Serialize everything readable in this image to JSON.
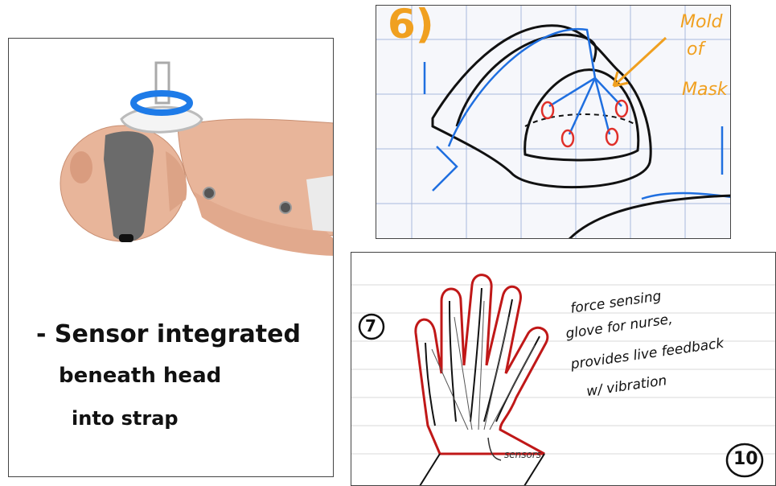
{
  "mannequin_panel": {
    "note_line1": "- Sensor  integrated",
    "note_line2": "beneath   head",
    "note_line3": "into  strap"
  },
  "mask_panel": {
    "step_label": "6)",
    "annotation_line1": "Mold",
    "annotation_line2": "of",
    "annotation_line3": "Mask",
    "annotation_color": "#f0a020",
    "sensor_color": "#e0302a",
    "wire_color": "#1f6fe0"
  },
  "glove_panel": {
    "step_label": "7",
    "note_line1": "force sensing",
    "note_line2": "glove for nurse,",
    "note_line3": "provides live feedback",
    "note_line4": "w/ vibration",
    "sensors_label": "sensors",
    "page_number": "10",
    "outline_color": "#c01818"
  },
  "colors": {
    "skin": "#e8b59a",
    "strap": "#6b6b6b",
    "ring": "#1e7be8",
    "grid_line": "#a8b8dc"
  }
}
